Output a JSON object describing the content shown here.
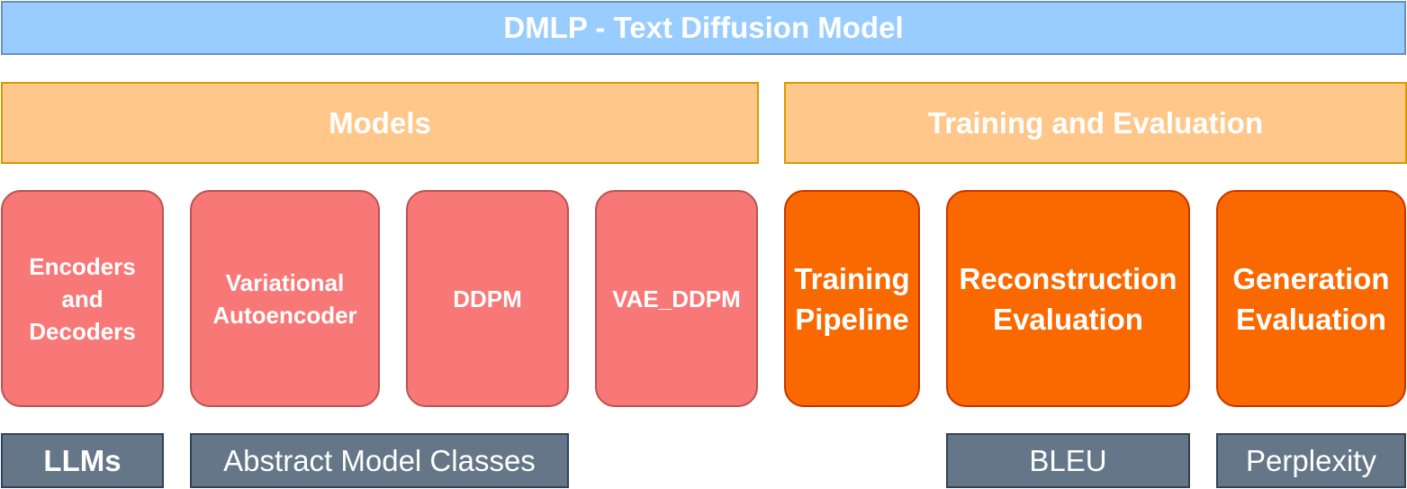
{
  "title": "DMLP - Text Diffusion Model",
  "sections": {
    "models": "Models",
    "training": "Training and Evaluation"
  },
  "models": {
    "encoders": [
      "Encoders",
      "and",
      "Decoders"
    ],
    "vae": [
      "Variational",
      "Autoencoder"
    ],
    "ddpm": [
      "DDPM"
    ],
    "vae_ddpm": [
      "VAE_DDPM"
    ]
  },
  "training": {
    "pipeline": [
      "Training",
      "Pipeline"
    ],
    "reconstruction": [
      "Reconstruction",
      "Evaluation"
    ],
    "generation": [
      "Generation",
      "Evaluation"
    ]
  },
  "footers": {
    "llms": "LLMs",
    "abstract": "Abstract Model Classes",
    "bleu": "BLEU",
    "perplexity": "Perplexity"
  },
  "colors": {
    "title_fill": "#99CCFF",
    "section_fill": "#FFC78A",
    "model_fill": "#F87878",
    "training_fill": "#FA6800",
    "footer_fill": "#647687"
  }
}
